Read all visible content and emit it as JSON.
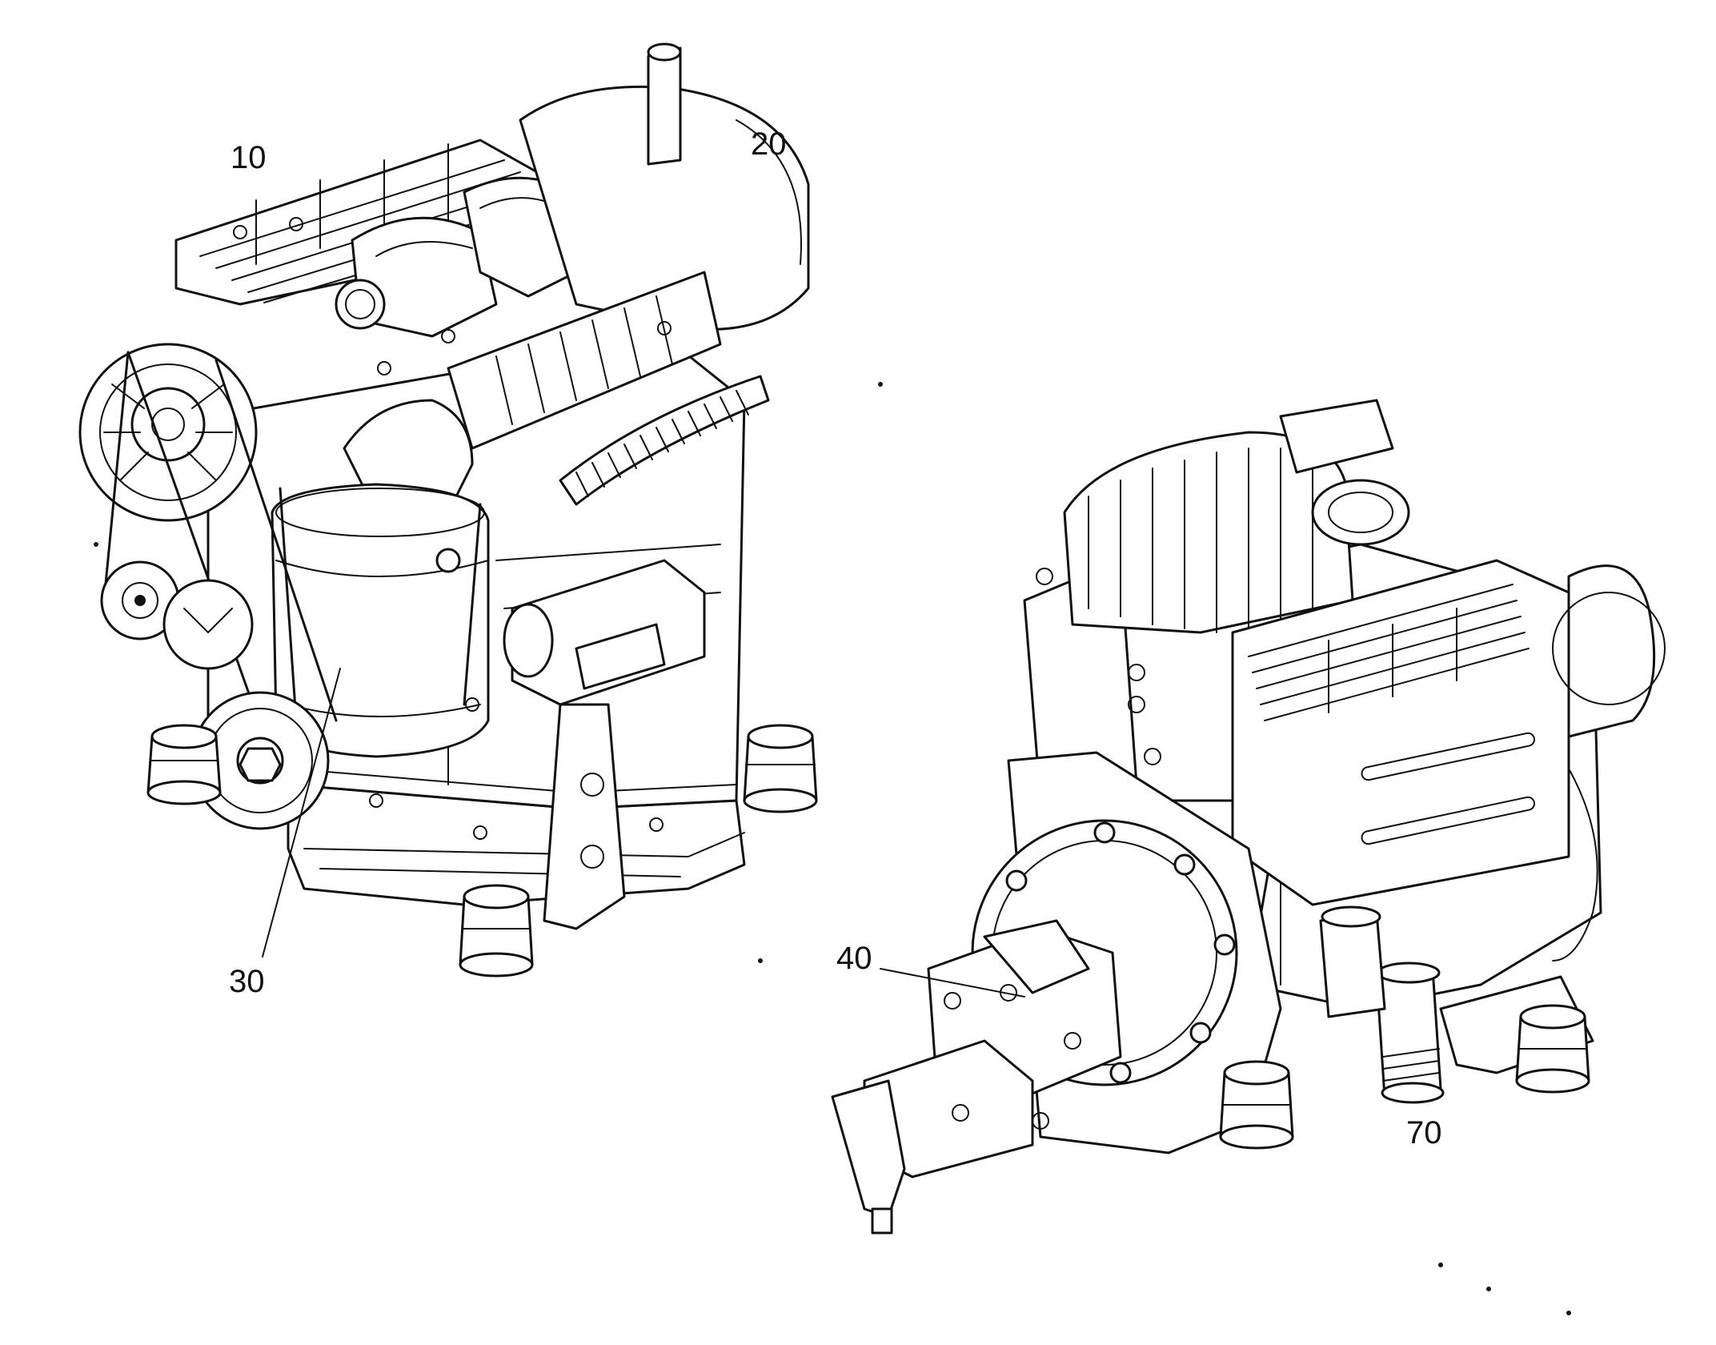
{
  "figure": {
    "callouts": {
      "c10": "10",
      "c20": "20",
      "c30": "30",
      "c40": "40",
      "c70": "70"
    }
  },
  "colors": {
    "ink": "#111111",
    "paper": "#ffffff"
  },
  "icons": {
    "left_engine": "engine-front-view-icon",
    "right_engine": "engine-rear-view-with-hydraulic-pump-icon"
  }
}
